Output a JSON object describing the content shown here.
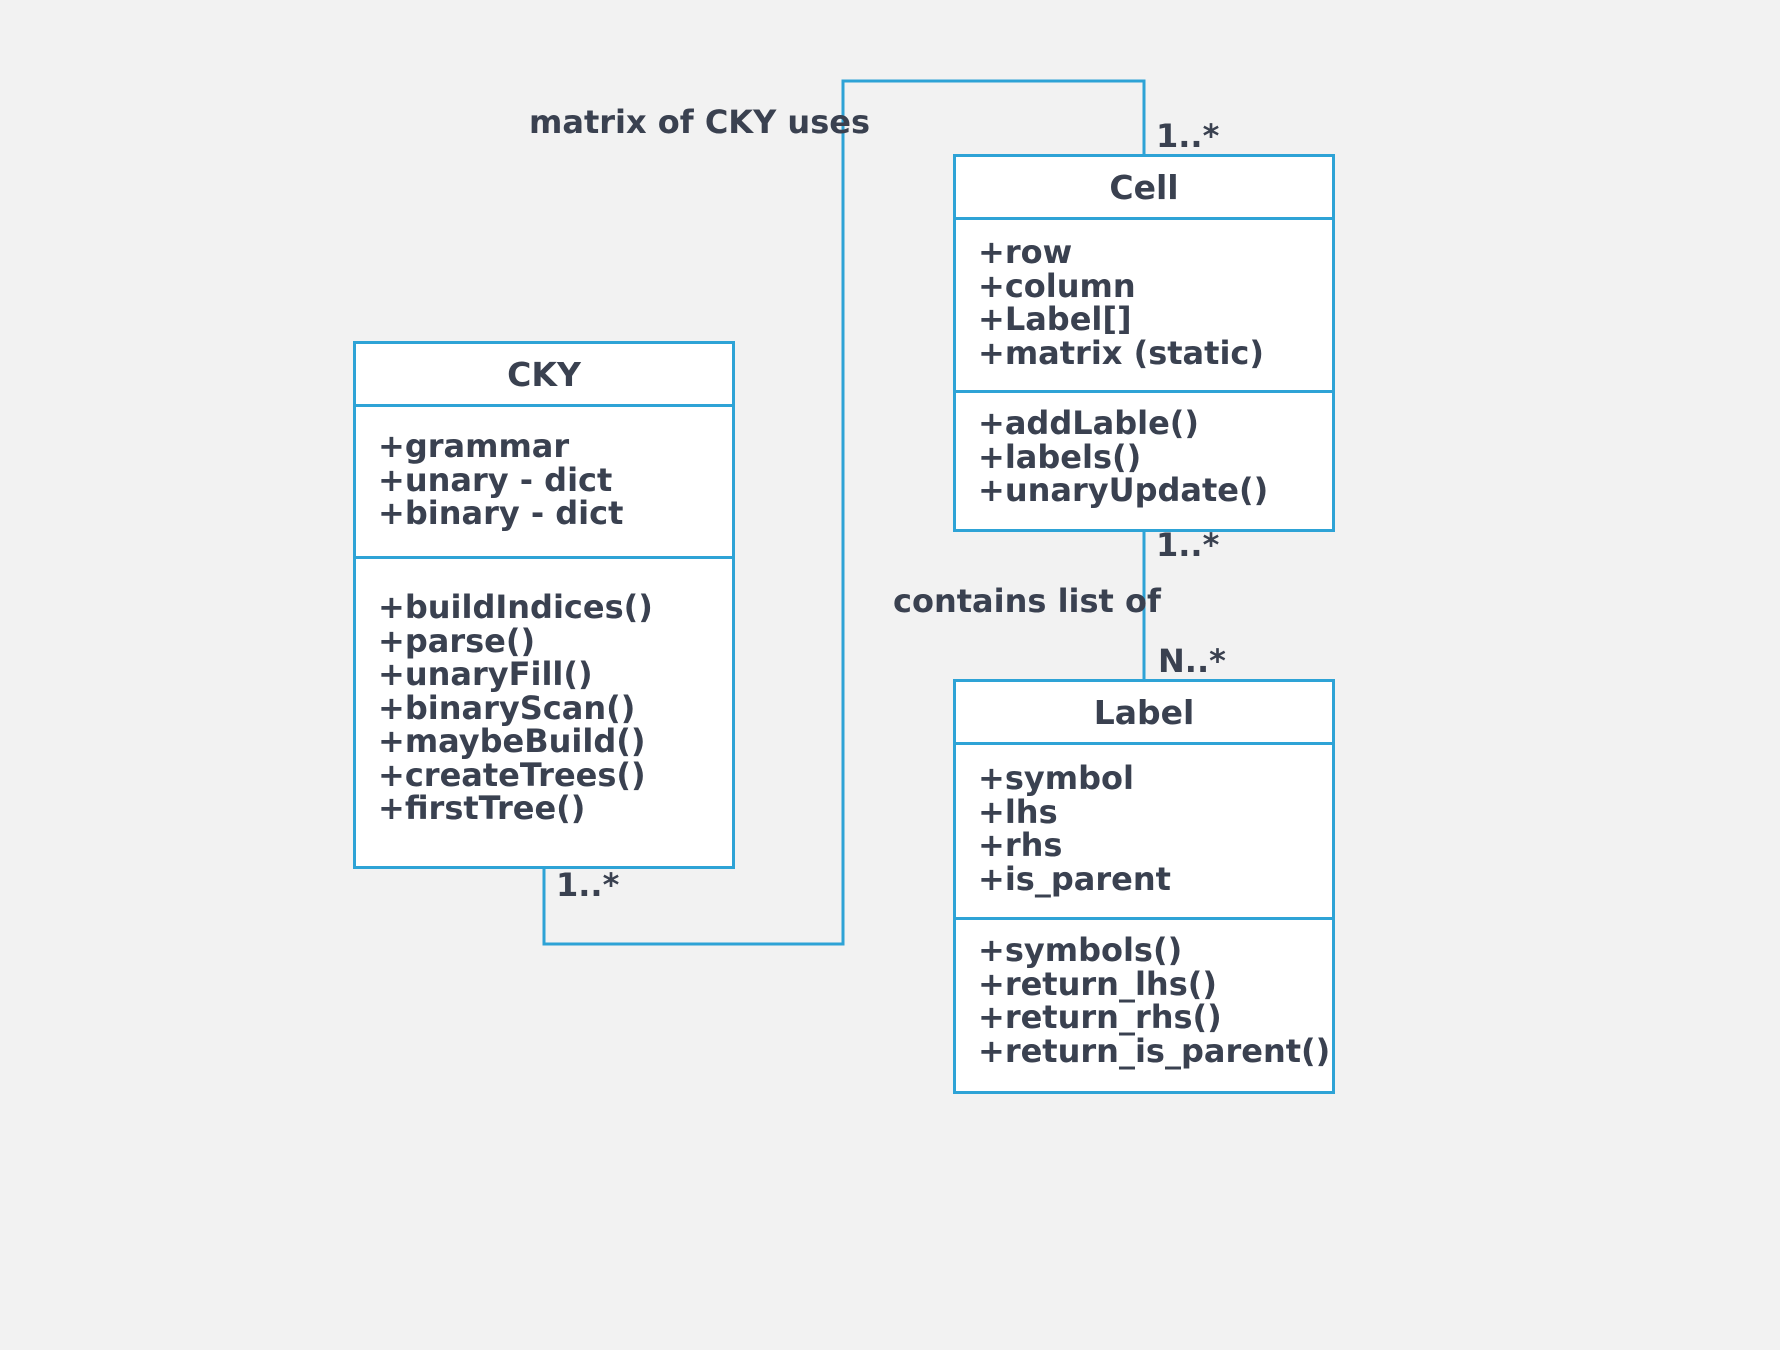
{
  "diagram": {
    "classes": [
      {
        "id": "cky",
        "name": "CKY",
        "attributes": [
          "+grammar",
          "+unary - dict",
          "+binary - dict"
        ],
        "methods": [
          "+buildIndices()",
          "+parse()",
          "+unaryFill()",
          "+binaryScan()",
          "+maybeBuild()",
          "+createTrees()",
          "+firstTree()"
        ]
      },
      {
        "id": "cell",
        "name": "Cell",
        "attributes": [
          "+row",
          "+column",
          "+Label[]",
          "+matrix (static)"
        ],
        "methods": [
          "+addLable()",
          "+labels()",
          "+unaryUpdate()"
        ]
      },
      {
        "id": "label",
        "name": "Label",
        "attributes": [
          "+symbol",
          "+lhs",
          "+rhs",
          "+is_parent"
        ],
        "methods": [
          "+symbols()",
          "+return_lhs()",
          "+return_rhs()",
          "+return_is_parent()"
        ]
      }
    ],
    "associations": [
      {
        "name": "matrix of CKY uses",
        "from": "cky",
        "to": "cell",
        "from_multiplicity": "1..*",
        "to_multiplicity": "1..*"
      },
      {
        "name": "contains list of",
        "from": "cell",
        "to": "label",
        "from_multiplicity": "1..*",
        "to_multiplicity": "N..*"
      }
    ],
    "colors": {
      "border": "#2ea3d6",
      "text": "#3a4150",
      "background": "#f2f2f2",
      "box_fill": "#ffffff"
    }
  }
}
